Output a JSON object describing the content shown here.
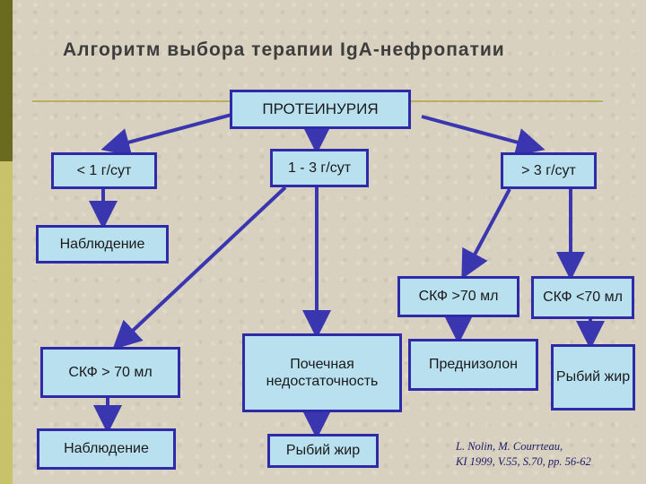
{
  "title": "Алгоритм выбора терапии IgA-нефропатии",
  "nodes": {
    "proteinuria": "ПРОТЕИНУРИЯ",
    "lt1": "< 1 г/сут",
    "mid": "1 - 3 г/сут",
    "gt3": "> 3 г/сут",
    "observation_top": "Наблюдение",
    "gfr_gt70_right": "СКФ >70 мл",
    "gfr_lt70": "СКФ <70 мл",
    "gfr_gt70_left": "СКФ > 70 мл",
    "renal_failure": "Почечная недостаточность",
    "prednisolone": "Преднизолон",
    "fish_oil_right": "Рыбий жир",
    "observation_bottom": "Наблюдение",
    "fish_oil_bottom": "Рыбий жир"
  },
  "reference": {
    "line1": "L. Nolin, M. Courrteau,",
    "line2": "KI 1999, V.55, S.70, pp. 56-62"
  },
  "colors": {
    "box_fill": "#b8e0ef",
    "box_border": "#2e2aa8",
    "arrow": "#3a36b0",
    "background": "#d9d1bf"
  }
}
